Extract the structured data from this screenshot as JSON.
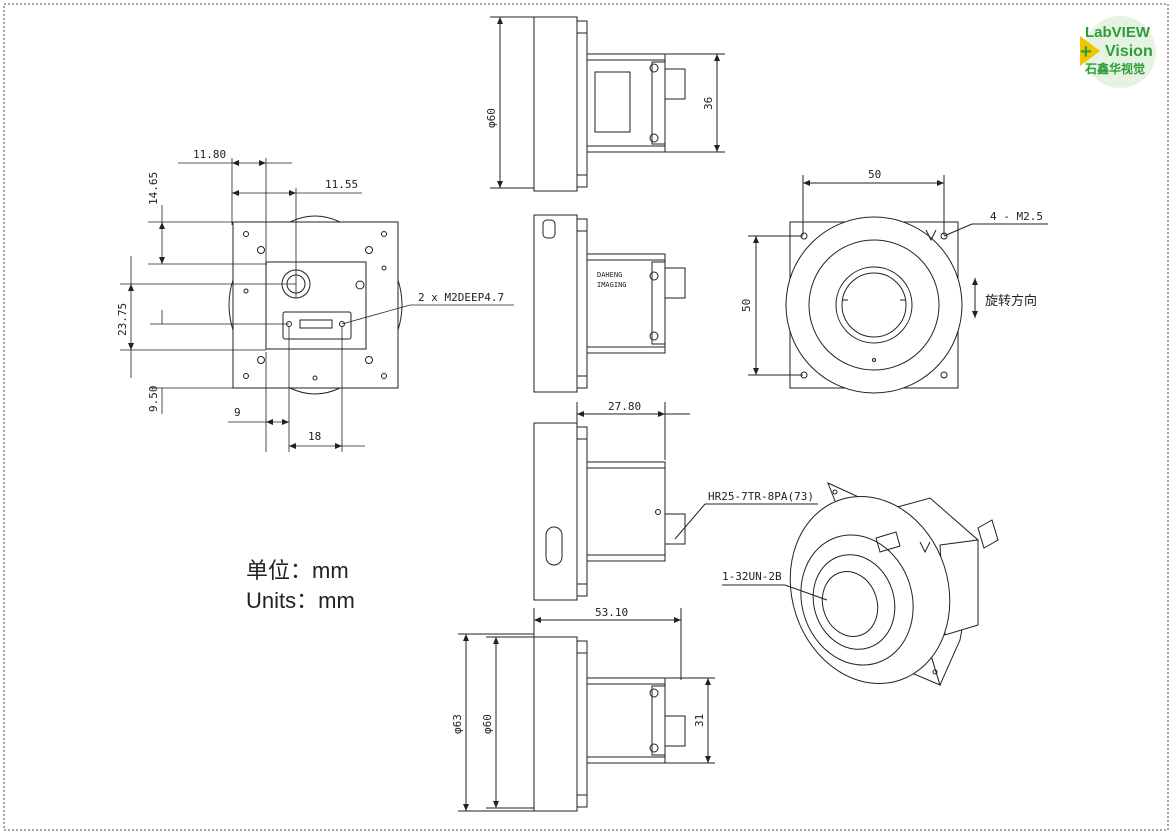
{
  "logo": {
    "brand_line1": "LabVIEW",
    "brand_line2": "Vision",
    "brand_cn": "石鑫华视觉",
    "plus_symbol": "+",
    "colors": {
      "green": "#2e9d3a",
      "yellow": "#f2c400",
      "circle": "#e6f3e2"
    }
  },
  "units": {
    "cn": "单位：mm",
    "en": "Units：mm"
  },
  "front_view": {
    "dim_top_left": "11.80",
    "dim_top_right": "11.55",
    "dim_left_top": "14.65",
    "dim_left_mid": "23.75",
    "dim_left_bottom": "9.50",
    "dim_bottom_left": "9",
    "dim_bottom_right": "18",
    "screw_callout": "2 x M2DEEP4.7"
  },
  "side_view_top": {
    "diameter": "φ60",
    "height": "36"
  },
  "side_view_mid": {
    "logo_text_1": "DAHENG",
    "logo_text_2": "IMAGING"
  },
  "side_view_third": {
    "length": "27.80",
    "connector": "HR25-7TR-8PA(73)"
  },
  "side_view_bottom": {
    "length": "53.10",
    "diameter_outer": "φ63",
    "diameter_inner": "φ60",
    "height": "31"
  },
  "back_view": {
    "width": "50",
    "height": "50",
    "holes": "4 - M2.5",
    "rotation": "旋转方向"
  },
  "iso_view": {
    "thread": "1-32UN-2B"
  },
  "colors": {
    "line": "#222222",
    "frame": "#888888"
  }
}
